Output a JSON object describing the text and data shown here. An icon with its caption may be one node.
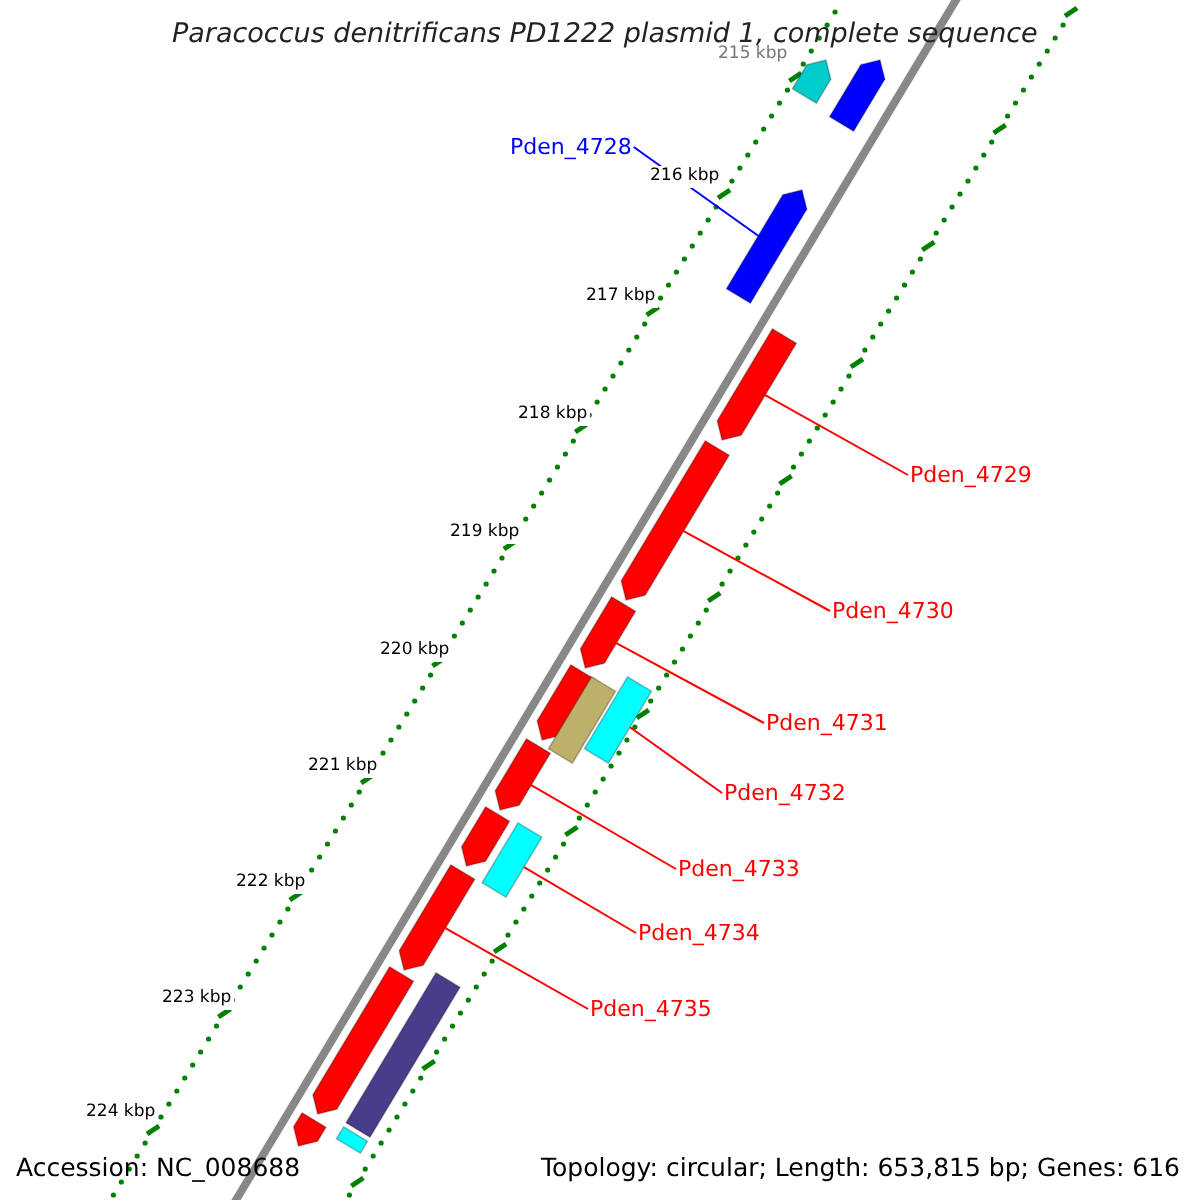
{
  "diagram": {
    "title": "Paracoccus denitrificans PD1222 plasmid 1, complete sequence",
    "nodes": [
      {
        "text": [
          "Pden_4728"
        ]
      },
      {
        "text": [
          "Pden_4729"
        ]
      },
      {
        "text": [
          "Pden_4730"
        ]
      },
      {
        "text": [
          "Pden_4731"
        ]
      },
      {
        "text": [
          "Pden_4732"
        ]
      },
      {
        "text": [
          "Pden_4733"
        ]
      },
      {
        "text": [
          "Pden_4734"
        ]
      },
      {
        "text": [
          "Pden_4735"
        ]
      },
      {
        "text": [],
        "shape": "bar"
      },
      {
        "text": [],
        "shape": "bar"
      },
      {
        "text": [],
        "shape": "bar"
      },
      {
        "text": [],
        "shape": "bar"
      },
      {
        "text": [],
        "shape": "bar"
      },
      {
        "text": [],
        "shape": "bar"
      },
      {
        "text": [],
        "shape": "bar"
      },
      {
        "text": [],
        "shape": "bar"
      },
      {
        "text": [],
        "shape": "bar"
      },
      {
        "text": [],
        "shape": "bar"
      },
      {
        "text": [],
        "shape": "bar"
      },
      {
        "text": [],
        "shape": "bar"
      },
      {
        "text": [],
        "shape": "bar"
      },
      {
        "text": [],
        "shape": "bar"
      },
      {
        "text": [],
        "shape": "bar"
      },
      {
        "text": [],
        "shape": "bar"
      },
      {
        "text": [],
        "shape": "bar"
      }
    ],
    "edges": [
      {
        "from": 0,
        "to": 10,
        "arrow": "none",
        "color": "#0000ff"
      },
      {
        "from": 1,
        "to": 11,
        "arrow": "none"
      },
      {
        "from": 2,
        "to": 12,
        "arrow": "none"
      },
      {
        "from": 3,
        "to": 13,
        "arrow": "none"
      },
      {
        "from": 4,
        "to": 16,
        "arrow": "none"
      },
      {
        "from": 5,
        "to": 17,
        "arrow": "none"
      },
      {
        "from": 6,
        "to": 19,
        "arrow": "none"
      },
      {
        "from": 7,
        "to": 20,
        "arrow": "none"
      }
    ],
    "labels": [
      "215 kbp",
      "216 kbp",
      "217 kbp",
      "218 kbp",
      "219 kbp",
      "220 kbp",
      "221 kbp",
      "222 kbp",
      "223 kbp",
      "224 kbp",
      "Accession: NC_008688",
      "Topology: circular; Length: 653,815 bp; Genes: 616"
    ]
  }
}
